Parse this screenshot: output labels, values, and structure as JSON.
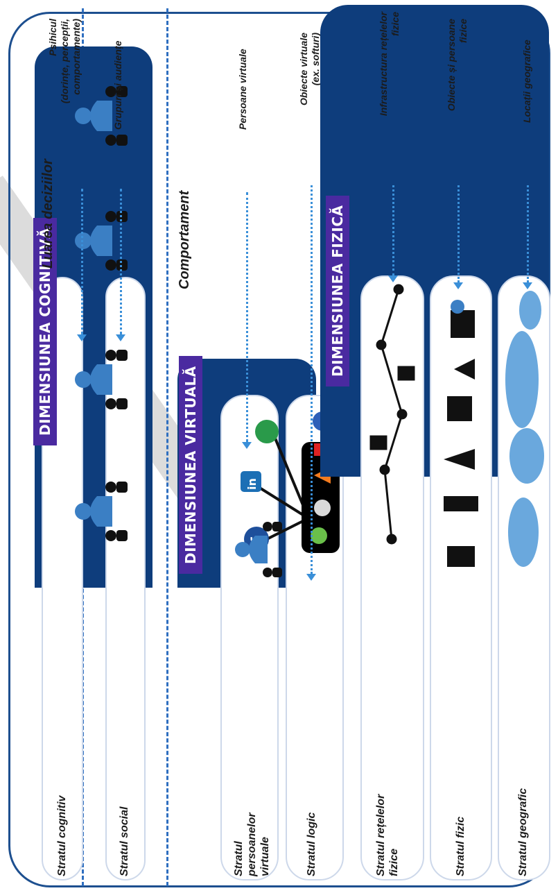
{
  "layers": {
    "cognitive": "Stratul cognitiv",
    "social": "Stratul social",
    "virtual_personas": "Stratul persoanelor virtuale",
    "logic": "Stratul logic",
    "physical_networks": "Stratul rețelelor fizice",
    "physical": "Stratul fizic",
    "geographic": "Stratul geografic"
  },
  "dimensions": {
    "cognitive": "DIMENSIUNEA COGNITIVĂ",
    "virtual": "DIMENSIUNEA VIRTUALĂ",
    "physical": "DIMENSIUNEA FIZICĂ"
  },
  "section_labels": {
    "decision": "Luarea deciziilor",
    "behavior": "Comportament"
  },
  "right_labels": {
    "psyche": "Psihicul",
    "psyche_detail_1": "(dorințe, percepții,",
    "psyche_detail_2": "comportamente)",
    "groups": "Grupuri și audiențe",
    "virtual_personas": "Persoane virtuale",
    "virtual_objects_1": "Obiecte virtuale",
    "virtual_objects_2": "(ex. softuri)",
    "infra_1": "Infrastructura rețelelor",
    "infra_2": "fizice",
    "objects_1": "Obiecte și persoane",
    "objects_2": "fizice",
    "locations": "Locații geografice"
  },
  "icons": {
    "facebook": "f",
    "linkedin": "in"
  },
  "colors": {
    "navy": "#0e3d7c",
    "purple_title": "#4a2aa0",
    "arrow_blue": "#3a8fd8",
    "map_blue": "#6aa8dd",
    "person_blue": "#3b7fc4"
  }
}
